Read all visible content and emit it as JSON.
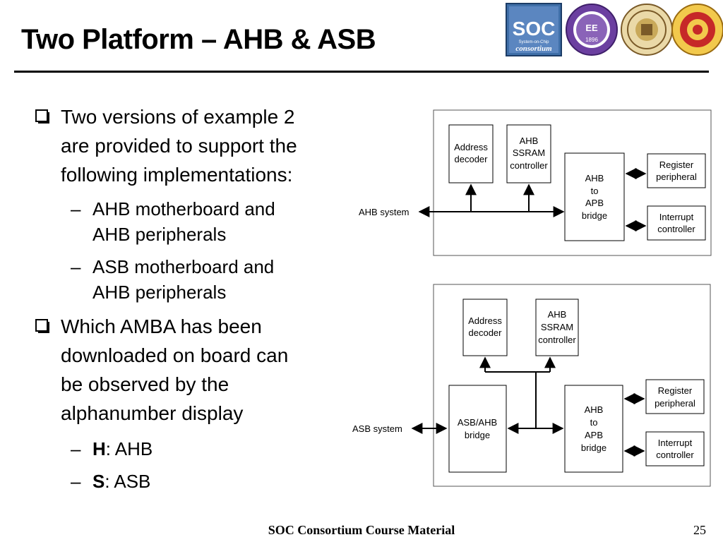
{
  "slide": {
    "title": "Two Platform – AHB & ASB",
    "footer": "SOC Consortium Course Material",
    "page_number": "25"
  },
  "logos": {
    "soc": {
      "big": "SOC",
      "small": "consortium",
      "tiny": "System-on-Chip"
    },
    "ee_seal": {
      "text": "EE",
      "year": "1896"
    }
  },
  "bullets": [
    {
      "lines": [
        "Two versions of example 2",
        "are provided to support the",
        "following implementations:"
      ],
      "subs": [
        {
          "lines": [
            "AHB motherboard and",
            "AHB peripherals"
          ]
        },
        {
          "lines": [
            "ASB motherboard and",
            "AHB peripherals"
          ]
        }
      ]
    },
    {
      "lines": [
        "Which AMBA has been",
        "downloaded on board can",
        "be observed by the",
        "alphanumber display"
      ],
      "subs": [
        {
          "key": "H",
          "value": ": AHB"
        },
        {
          "key": "S",
          "value": ": ASB"
        }
      ]
    }
  ],
  "diagram_top": {
    "bus_label": "AHB system",
    "blocks": {
      "address_decoder": [
        "Address",
        "decoder"
      ],
      "ahb_ssram": [
        "AHB",
        "SSRAM",
        "controller"
      ],
      "ahb_apb_bridge": [
        "AHB",
        "to",
        "APB",
        "bridge"
      ],
      "register_peripheral": [
        "Register",
        "peripheral"
      ],
      "interrupt_controller": [
        "Interrupt",
        "controller"
      ]
    }
  },
  "diagram_bottom": {
    "bus_label": "ASB system",
    "blocks": {
      "address_decoder": [
        "Address",
        "decoder"
      ],
      "ahb_ssram": [
        "AHB",
        "SSRAM",
        "controller"
      ],
      "asb_ahb_bridge": [
        "ASB/AHB",
        "bridge"
      ],
      "ahb_apb_bridge": [
        "AHB",
        "to",
        "APB",
        "bridge"
      ],
      "register_peripheral": [
        "Register",
        "peripheral"
      ],
      "interrupt_controller": [
        "Interrupt",
        "controller"
      ]
    }
  }
}
